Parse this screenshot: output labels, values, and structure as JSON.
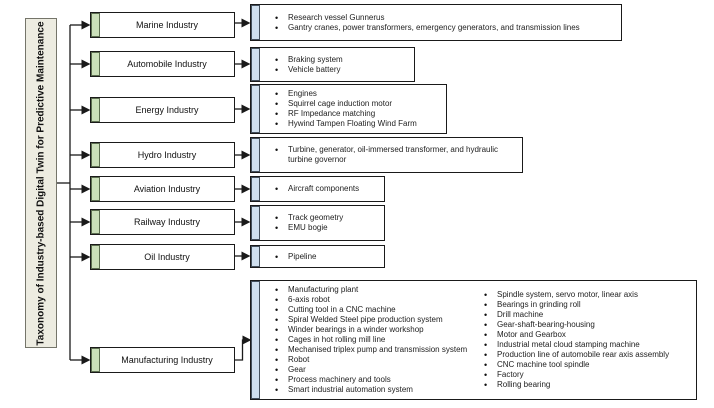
{
  "title": "Taxonomy of Industry-based Digital Twin for Predictive Maintenance",
  "colors": {
    "root_fill": "#edece1",
    "industry_strip_green": "#cbe0ba",
    "detail_strip_blue": "#cfdfee",
    "line_black": "#1a1a1a"
  },
  "branches": [
    {
      "label": "Marine Industry",
      "items": [
        "Research vessel Gunnerus",
        "Gantry cranes, power transformers, emergency generators, and transmission lines"
      ]
    },
    {
      "label": "Automobile Industry",
      "items": [
        "Braking system",
        "Vehicle battery"
      ]
    },
    {
      "label": "Energy Industry",
      "items": [
        "Engines",
        "Squirrel cage induction motor",
        "RF Impedance matching",
        "Hywind Tampen Floating Wind Farm"
      ]
    },
    {
      "label": "Hydro Industry",
      "items": [
        "Turbine, generator, oil-immersed transformer, and hydraulic turbine governor"
      ]
    },
    {
      "label": "Aviation Industry",
      "items": [
        "Aircraft components"
      ]
    },
    {
      "label": "Railway Industry",
      "items": [
        "Track geometry",
        "EMU bogie"
      ]
    },
    {
      "label": "Oil Industry",
      "items": [
        "Pipeline"
      ]
    },
    {
      "label": "Manufacturing Industry",
      "items": [
        "Manufacturing plant",
        "6-axis robot",
        "Cutting tool in a CNC machine",
        "Spiral Welded Steel pipe production system",
        "Winder bearings in a winder workshop",
        "Cages in hot rolling mill line",
        "Mechanised triplex pump and transmission system",
        "Robot",
        "Gear",
        "Process machinery and tools",
        "Smart industrial automation system"
      ],
      "items2": [
        "Spindle system, servo motor, linear axis",
        "Bearings in grinding roll",
        "Drill machine",
        "Gear-shaft-bearing-housing",
        "Motor and Gearbox",
        "Industrial metal cloud stamping machine",
        "Production line of automobile rear axis assembly",
        "CNC machine tool spindle",
        "Factory",
        "Rolling bearing"
      ]
    }
  ]
}
